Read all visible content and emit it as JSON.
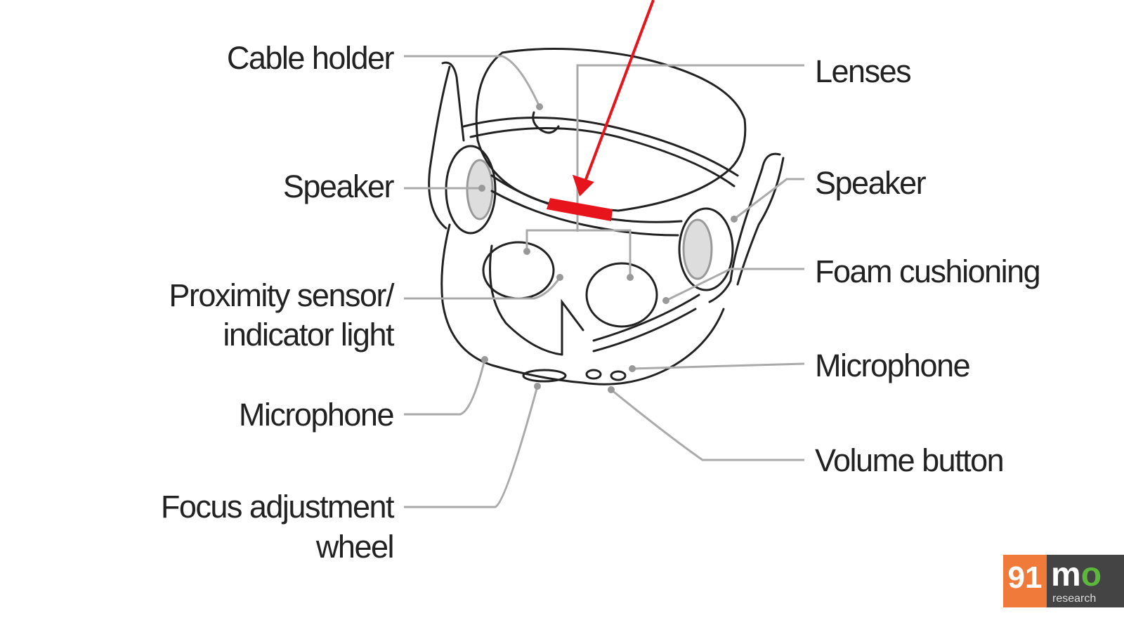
{
  "labels": {
    "cable_holder": "Cable holder",
    "speaker_left": "Speaker",
    "proximity_line1": "Proximity sensor/",
    "proximity_line2": "indicator light",
    "microphone_left": "Microphone",
    "focus_line1": "Focus adjustment",
    "focus_line2": "wheel",
    "lenses": "Lenses",
    "speaker_right": "Speaker",
    "foam": "Foam cushioning",
    "microphone_right": "Microphone",
    "volume": "Volume button"
  },
  "logo": {
    "number": "91",
    "brand": "m",
    "brand_accent": "o",
    "sub": "research"
  },
  "colors": {
    "highlight": "#e8141c",
    "leader": "#aaaaaa",
    "outline": "#222222",
    "logo_orange": "#f07a3a"
  }
}
